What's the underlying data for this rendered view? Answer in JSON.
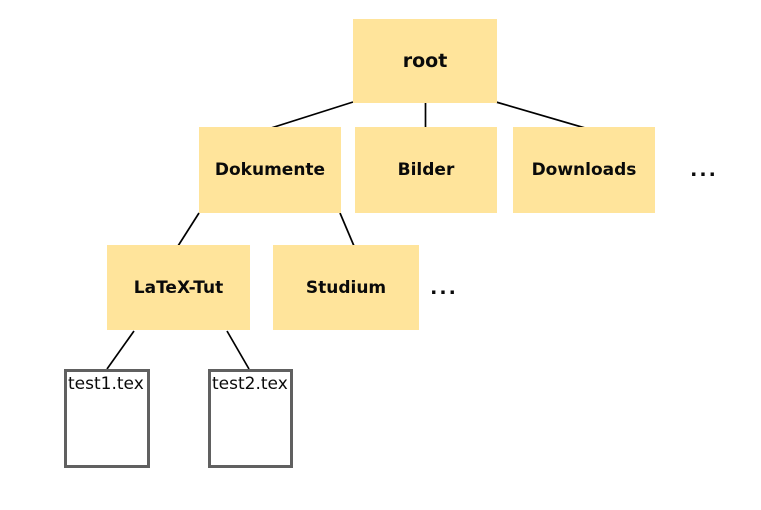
{
  "diagram": {
    "title": "file-system-tree",
    "colors": {
      "background": "#ffffff",
      "folder_fill": "#FFE49B",
      "file_border": "#606060",
      "edge": "#000000",
      "text": "#0a0a0a"
    },
    "nodes": {
      "root": {
        "label": "root",
        "type": "folder",
        "level": 0
      },
      "dokumente": {
        "label": "Dokumente",
        "type": "folder",
        "level": 1
      },
      "bilder": {
        "label": "Bilder",
        "type": "folder",
        "level": 1
      },
      "downloads": {
        "label": "Downloads",
        "type": "folder",
        "level": 1
      },
      "ellipsis_level2": {
        "label": "...",
        "type": "ellipsis",
        "level": 1
      },
      "latex_tut": {
        "label": "LaTeX-Tut",
        "type": "folder",
        "level": 2
      },
      "studium": {
        "label": "Studium",
        "type": "folder",
        "level": 2
      },
      "ellipsis_level3": {
        "label": "...",
        "type": "ellipsis",
        "level": 2
      },
      "test1": {
        "label": "test1.tex",
        "type": "file",
        "level": 3
      },
      "test2": {
        "label": "test2.tex",
        "type": "file",
        "level": 3
      }
    },
    "edges": [
      {
        "from": "root",
        "to": "dokumente"
      },
      {
        "from": "root",
        "to": "bilder"
      },
      {
        "from": "root",
        "to": "downloads"
      },
      {
        "from": "dokumente",
        "to": "latex_tut"
      },
      {
        "from": "dokumente",
        "to": "studium"
      },
      {
        "from": "latex_tut",
        "to": "test1"
      },
      {
        "from": "latex_tut",
        "to": "test2"
      }
    ]
  }
}
